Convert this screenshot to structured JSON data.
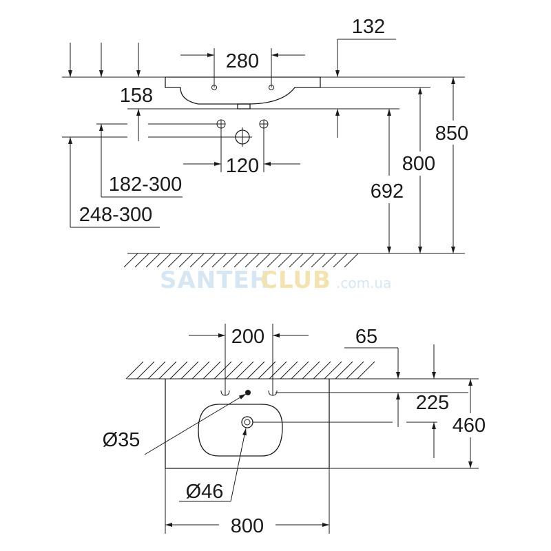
{
  "watermark": {
    "part1": "SANTEH",
    "part2": "CLUB",
    "part3": ".com.ua"
  },
  "side_view": {
    "tap_hole_spacing": "280",
    "wall_offset": "132",
    "top_depth": "158",
    "supply_spacing": "120",
    "supply_height_1": "182-300",
    "supply_height_2": "248-300",
    "bottom_height": "692",
    "rim_height_inner": "800",
    "total_height": "850"
  },
  "top_view": {
    "tap_hole_spacing": "200",
    "wall_gap": "65",
    "drain_offset": "225",
    "depth": "460",
    "tap_hole_diameter": "Ø35",
    "drain_diameter": "Ø46",
    "width": "800"
  }
}
